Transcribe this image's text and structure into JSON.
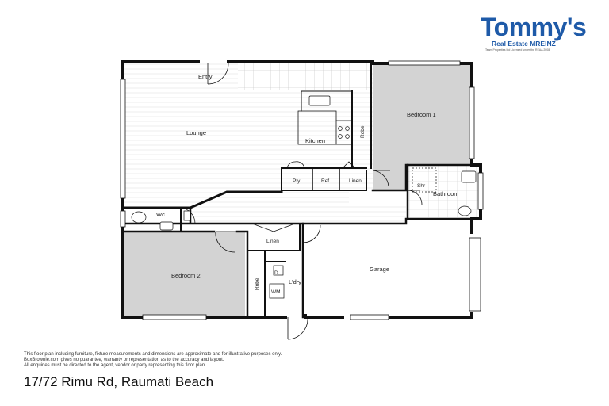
{
  "brand": {
    "name": "Tommy's",
    "tagline": "Real Estate MREINZ",
    "licence": "Team Properties Ltd Licensed under the REAA 2008",
    "colors": {
      "primary": "#1e5aa8",
      "accent": "#3dbb3a"
    }
  },
  "rooms": {
    "entry": "Entry",
    "lounge": "Lounge",
    "kitchen": "Kitchen",
    "robe1": "Robe",
    "bedroom1": "Bedroom 1",
    "pty": "Pty",
    "ref": "Ref",
    "linen1": "Linen",
    "shr": "Shr",
    "bathroom": "Bathroom",
    "wc": "Wc",
    "linen2": "Linen",
    "bedroom2": "Bedroom 2",
    "robe2": "Robe",
    "d": "D",
    "wm": "WM",
    "ldry": "L'dry",
    "garage": "Garage"
  },
  "disclaimer": {
    "line1": "This floor plan including furniture, fixture measurements and dimensions are approximate and for illustrative purposes only.",
    "line2": "BoxBrownie.com gives no guarantee, warranty or representation as to the accuracy and layout.",
    "line3": "All enquiries must be directed to the agent, vendor or party representing this floor plan."
  },
  "address": "17/72 Rimu Rd, Raumati Beach"
}
